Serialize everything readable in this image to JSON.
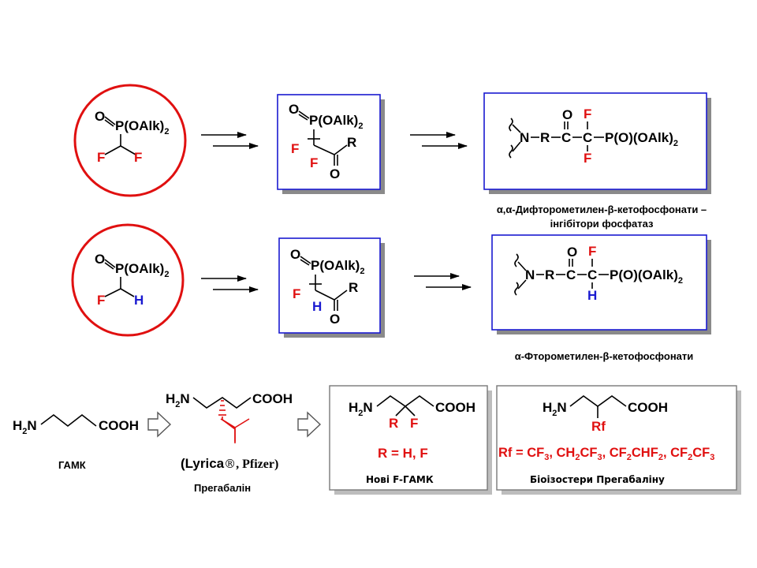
{
  "row1": {
    "reagent": {
      "o": "O",
      "p_group": "P(OAlk)",
      "sub2": "2",
      "f_left": "F",
      "f_right": "F"
    },
    "intermediate": {
      "o": "O",
      "p_group": "P(OAlk)",
      "sub2": "2",
      "f1": "F",
      "f2": "F",
      "r": "R",
      "o_bottom": "O"
    },
    "product": {
      "n": "N",
      "r": "R",
      "c1": "C",
      "c2": "C",
      "o": "O",
      "f_top": "F",
      "f_bottom": "F",
      "p_group": "P(O)(OAlk)",
      "sub2": "2"
    },
    "caption_line1": "α,α-Дифторометилен-β-кетофосфонати –",
    "caption_line2": "інгібітори фосфатаз"
  },
  "row2": {
    "reagent": {
      "o": "O",
      "p_group": "P(OAlk)",
      "sub2": "2",
      "f": "F",
      "h": "H"
    },
    "intermediate": {
      "o": "O",
      "p_group": "P(OAlk)",
      "sub2": "2",
      "f": "F",
      "h": "H",
      "r": "R",
      "o_bottom": "O"
    },
    "product": {
      "n": "N",
      "r": "R",
      "c1": "C",
      "c2": "C",
      "o": "O",
      "f_top": "F",
      "h_bottom": "H",
      "p_group": "P(O)(OAlk)",
      "sub2": "2"
    },
    "caption": "α-Фторометилен-β-кетофосфонати"
  },
  "row3": {
    "gaba": {
      "h2n_h": "H",
      "h2n_sub": "2",
      "h2n_n": "N",
      "cooh": "COOH",
      "caption": "ГАМК"
    },
    "lyrica": {
      "h2n_h": "H",
      "h2n_sub": "2",
      "h2n_n": "N",
      "cooh": "COOH",
      "brand": "(Lyrica",
      "reg": "®",
      "company": ", Pfizer)",
      "caption": "Прегабалін"
    },
    "new_fgaba": {
      "h2n_h": "H",
      "h2n_sub": "2",
      "h2n_n": "N",
      "cooh": "COOH",
      "r": "R",
      "f": "F",
      "def": "R = H, F",
      "caption": "Нові F-ГАМК"
    },
    "bioisosteres": {
      "h2n_h": "H",
      "h2n_sub": "2",
      "h2n_n": "N",
      "cooh": "COOH",
      "rf": "Rf",
      "def_parts": [
        "Rf = CF",
        "3",
        ", CH",
        "2",
        "CF",
        "3",
        ", CF",
        "2",
        "CHF",
        "2",
        ", CF",
        "2",
        "CF",
        "3"
      ],
      "caption": "Біоізостери Прегабаліну"
    }
  },
  "colors": {
    "red": "#e01010",
    "blue": "#1a1ad0",
    "black": "#000000",
    "shadow": "#8a8a8a"
  }
}
